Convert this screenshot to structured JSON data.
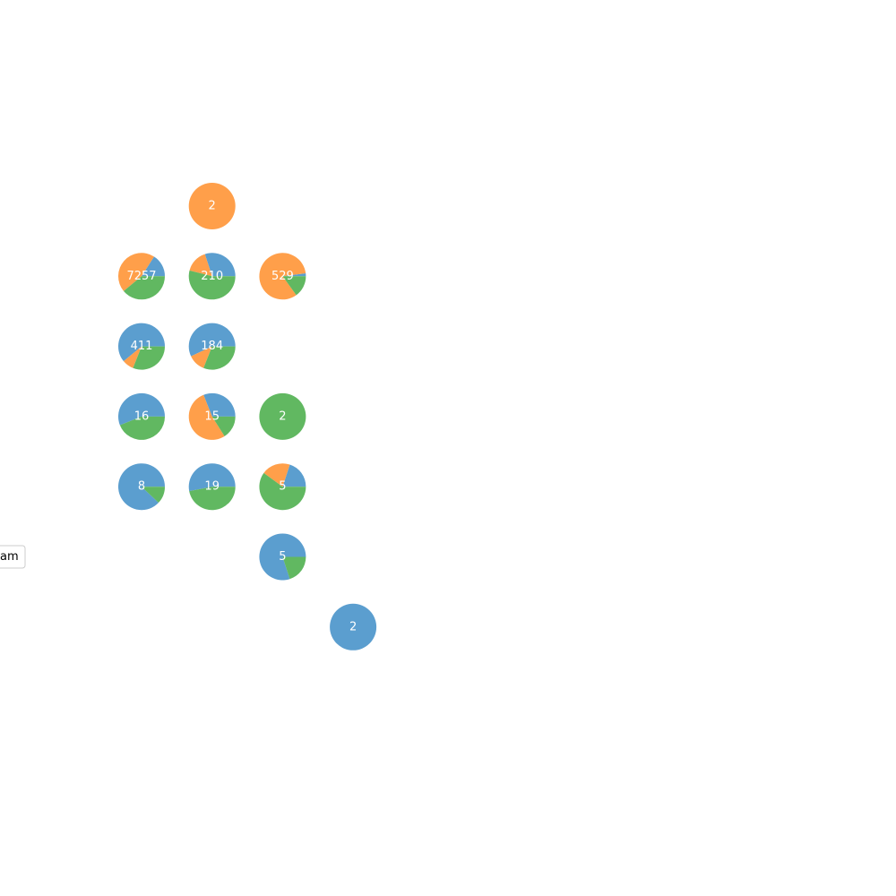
{
  "chart_data": {
    "type": "pie",
    "subtype": "hexbin-pie-grid",
    "colors": [
      "#5b9ecf",
      "#ff9f4a",
      "#61b861"
    ],
    "legend": {
      "text": "am",
      "placement": "left (clipped)"
    },
    "cells": [
      {
        "col": 1,
        "row": 0,
        "label": "2",
        "values": [
          0,
          1,
          0
        ]
      },
      {
        "col": 0,
        "row": 1,
        "label": "7257",
        "values": [
          0.16,
          0.45,
          0.39
        ]
      },
      {
        "col": 1,
        "row": 1,
        "label": "210",
        "values": [
          0.3,
          0.16,
          0.54
        ]
      },
      {
        "col": 2,
        "row": 1,
        "label": "529",
        "values": [
          0.02,
          0.83,
          0.15
        ]
      },
      {
        "col": 0,
        "row": 2,
        "label": "411",
        "values": [
          0.61,
          0.08,
          0.31
        ]
      },
      {
        "col": 1,
        "row": 2,
        "label": "184",
        "values": [
          0.57,
          0.12,
          0.31
        ]
      },
      {
        "col": 0,
        "row": 3,
        "label": "16",
        "values": [
          0.56,
          0,
          0.44
        ]
      },
      {
        "col": 1,
        "row": 3,
        "label": "15",
        "values": [
          0.31,
          0.53,
          0.16
        ]
      },
      {
        "col": 2,
        "row": 3,
        "label": "2",
        "values": [
          0,
          0,
          1
        ]
      },
      {
        "col": 0,
        "row": 4,
        "label": "8",
        "values": [
          0.88,
          0,
          0.12
        ]
      },
      {
        "col": 1,
        "row": 4,
        "label": "19",
        "values": [
          0.53,
          0,
          0.47
        ]
      },
      {
        "col": 2,
        "row": 4,
        "label": "5",
        "values": [
          0.2,
          0.2,
          0.6
        ]
      },
      {
        "col": 2,
        "row": 5,
        "label": "5",
        "values": [
          0.8,
          0,
          0.2
        ]
      },
      {
        "col": 3,
        "row": 6,
        "label": "2",
        "values": [
          1,
          0,
          0
        ]
      }
    ]
  }
}
